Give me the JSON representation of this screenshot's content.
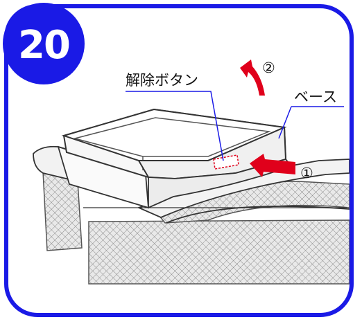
{
  "step": {
    "number": "20"
  },
  "labels": {
    "release_button": "解除ボタン",
    "base": "ベース",
    "step1": "①",
    "step2": "②"
  },
  "colors": {
    "frame": "#1a1ae6",
    "arrow": "#e0001b",
    "leader_line": "#1a1ae6",
    "outline": "#333333"
  }
}
